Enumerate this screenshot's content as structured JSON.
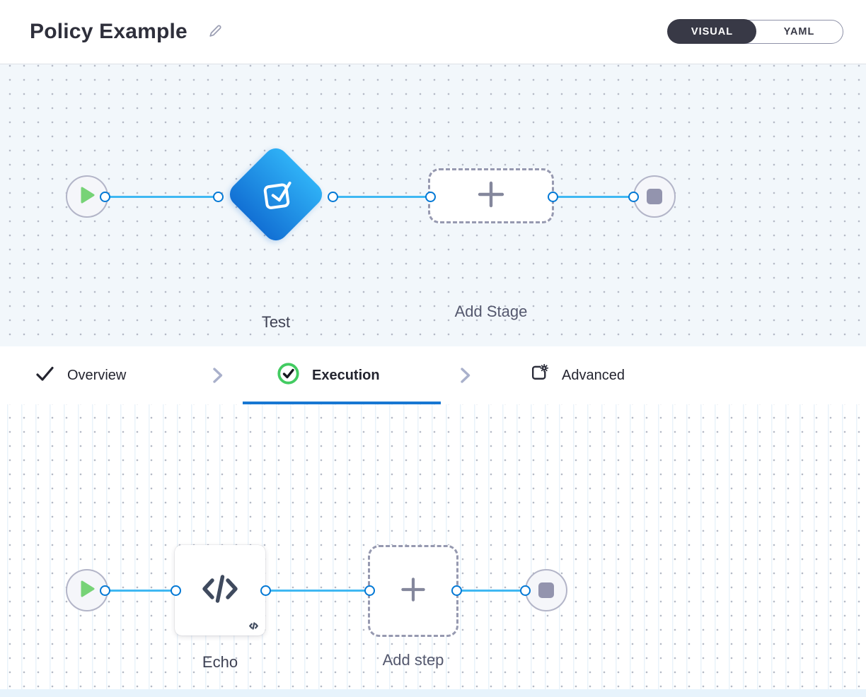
{
  "header": {
    "title": "Policy Example",
    "view_toggle": {
      "options": [
        "VISUAL",
        "YAML"
      ],
      "selected": "VISUAL"
    }
  },
  "stage_pipeline": {
    "nodes": [
      {
        "type": "start"
      },
      {
        "type": "stage",
        "label": "Test"
      },
      {
        "type": "add-stage",
        "label": "Add Stage"
      },
      {
        "type": "end"
      }
    ]
  },
  "tabs": {
    "items": [
      {
        "label": "Overview",
        "status": "completed"
      },
      {
        "label": "Execution",
        "status": "active"
      },
      {
        "label": "Advanced",
        "status": "default"
      }
    ]
  },
  "step_pipeline": {
    "nodes": [
      {
        "type": "start"
      },
      {
        "type": "step",
        "label": "Echo"
      },
      {
        "type": "add-step",
        "label": "Add step"
      },
      {
        "type": "end"
      }
    ]
  },
  "icons": {
    "edit": "pencil-icon",
    "stage_test": "check-square-icon",
    "add": "plus-icon",
    "start": "play-icon",
    "end": "stop-square-icon",
    "tab_overview": "check-icon",
    "tab_execution": "check-circle-icon",
    "tab_advanced": "advanced-settings-icon",
    "step_echo": "code-icon"
  },
  "colors": {
    "accent_blue": "#1777d2",
    "connector_blue": "#0278d5",
    "line_blue": "#3fb8f2",
    "gradient_start": "#2fb1f6",
    "gradient_end": "#1270d4",
    "success_green": "#42cb61",
    "play_green": "#77d377",
    "dark_navy": "#383946"
  }
}
